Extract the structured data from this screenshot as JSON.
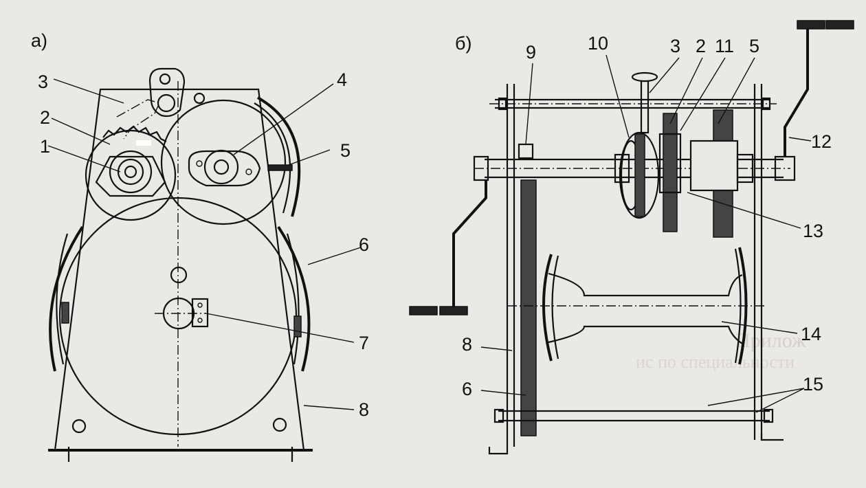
{
  "views": {
    "a": {
      "letter": "а)"
    },
    "b": {
      "letter": "б)"
    }
  },
  "labels_a": {
    "l1": "1",
    "l2": "2",
    "l3": "3",
    "l4": "4",
    "l5": "5",
    "l6": "6",
    "l7": "7",
    "l8": "8"
  },
  "labels_b": {
    "l9": "9",
    "l10": "10",
    "l3": "3",
    "l2": "2",
    "l11": "11",
    "l5": "5",
    "l12": "12",
    "l13": "13",
    "l14": "14",
    "l8": "8",
    "l6": "6",
    "l15": "15"
  },
  "background_text": {
    "right": "Прилож",
    "center": "ис по специальности"
  },
  "colors": {
    "paper": "#ebe9e6",
    "ink": "#111111"
  }
}
